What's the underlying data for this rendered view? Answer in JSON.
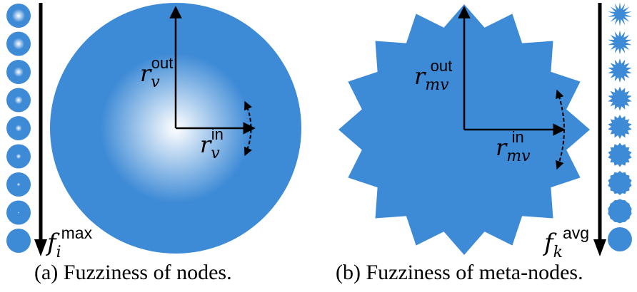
{
  "panel_a": {
    "caption": "(a)  Fuzziness of nodes.",
    "label_out": {
      "base": "r",
      "sub": "v",
      "sup": "out"
    },
    "label_in": {
      "base": "r",
      "sub": "v",
      "sup": "in"
    },
    "arrow_label": {
      "base": "f",
      "sub": "i",
      "sup": "max"
    },
    "legend_count": 9
  },
  "panel_b": {
    "caption": "(b)  Fuzziness of meta-nodes.",
    "label_out": {
      "base": "r",
      "sub": "mv",
      "sup": "out"
    },
    "label_in": {
      "base": "r",
      "sub": "mv",
      "sup": "in"
    },
    "arrow_label": {
      "base": "f",
      "sub": "k",
      "sup": "avg"
    },
    "legend_count": 9,
    "star_points": 16
  },
  "colors": {
    "node_blue": "#3d8ad6",
    "center_white": "#ffffff",
    "ink": "#000000"
  }
}
